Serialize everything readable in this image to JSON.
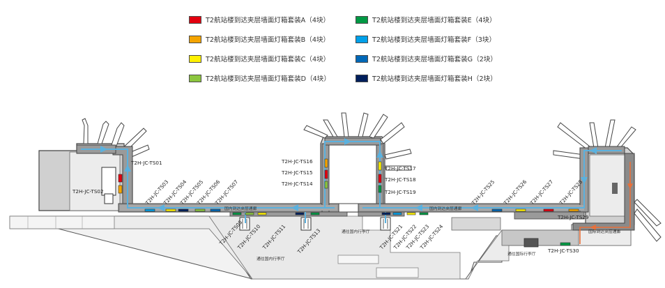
{
  "legend": [
    {
      "label": "T2航站楼到达夹层墙面灯箱套装A（4块）",
      "color": "#e3000f"
    },
    {
      "label": "T2航站楼到达夹层墙面灯箱套装B（4块）",
      "color": "#f4a400"
    },
    {
      "label": "T2航站楼到达夹层墙面灯箱套装C（4块）",
      "color": "#fff100"
    },
    {
      "label": "T2航站楼到达夹层墙面灯箱套装D（4块）",
      "color": "#8cc63f"
    },
    {
      "label": "T2航站楼到达夹层墙面灯箱套装E（4块）",
      "color": "#009944"
    },
    {
      "label": "T2航站楼到达夹层墙面灯箱套装F（3块）",
      "color": "#00a0e9"
    },
    {
      "label": "T2航站楼到达夹层墙面灯箱套装G（2块）",
      "color": "#0068b7"
    },
    {
      "label": "T2航站楼到达夹层墙面灯箱套装H（2块）",
      "color": "#001f5c"
    }
  ],
  "site_labels": [
    "T2H-JC-TS01",
    "T2H-JC-TS02",
    "T2H-JC-TS03",
    "T2H-JC-TS04",
    "T2H-JC-TS05",
    "T2H-JC-TS06",
    "T2H-JC-TS07",
    "T2H-JC-TS08",
    "T2H-JC-TS10",
    "T2H-JC-TS11",
    "T2H-JC-TS13",
    "T2H-JC-TS14",
    "T2H-JC-TS15",
    "T2H-JC-TS16",
    "T2H-JC-TS17",
    "T2H-JC-TS18",
    "T2H-JC-TS19",
    "T2H-JC-TS21",
    "T2H-JC-TS22",
    "T2H-JC-TS23",
    "T2H-JC-TS24",
    "T2H-JC-TS25",
    "T2H-JC-TS26",
    "T2H-JC-TS27",
    "T2H-JC-TS28",
    "T2H-JC-TS29",
    "T2H-JC-TS30"
  ],
  "corridor_labels": {
    "domestic_left": "国内到达夹层通廊",
    "domestic_right": "国内到达夹层通廊",
    "international": "国际到达夹层通廊"
  },
  "destinations": {
    "domestic_baggage_top": "通往国内行李厅",
    "domestic_baggage_bottom": "通往国内行李厅",
    "international_baggage": "通往国际行李厅"
  },
  "colors": {
    "route": "#5bb1de",
    "intl_route": "#e8703a",
    "wall": "#444444",
    "interior": "#b5b5b5",
    "corridor": "#8f8f8f"
  }
}
